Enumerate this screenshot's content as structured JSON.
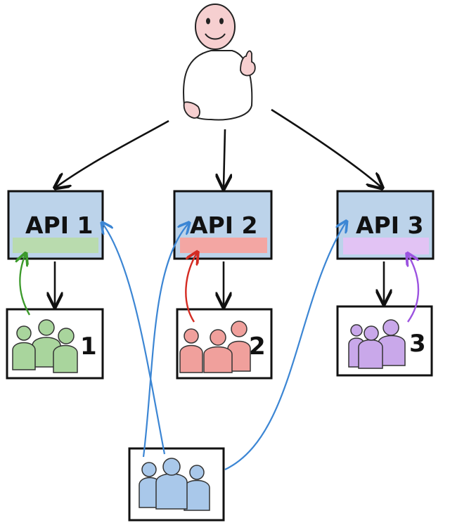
{
  "apis": [
    {
      "label": "API 1",
      "id": "api-1"
    },
    {
      "label": "API 2",
      "id": "api-2"
    },
    {
      "label": "API 3",
      "id": "api-3"
    }
  ],
  "groups": [
    {
      "number": "1",
      "id": "group-1"
    },
    {
      "number": "2",
      "id": "group-2"
    },
    {
      "number": "3",
      "id": "group-3"
    },
    {
      "number": "",
      "id": "group-shared"
    }
  ],
  "colors": {
    "api_box_fill": "#bcd3ea",
    "api_bar_1": "#b9dbae",
    "api_bar_2": "#f3a6a3",
    "api_bar_3": "#e2c3f4",
    "group_1": "#a9d59d",
    "group_2": "#f0a09c",
    "group_3": "#c9a8ea",
    "group_shared": "#a9c8ea",
    "arrow_green": "#3c9a2b",
    "arrow_red": "#d42b22",
    "arrow_purple": "#9c53e0",
    "arrow_blue": "#3c86d4",
    "arrow_black": "#111111",
    "face": "#f6cfd0"
  }
}
